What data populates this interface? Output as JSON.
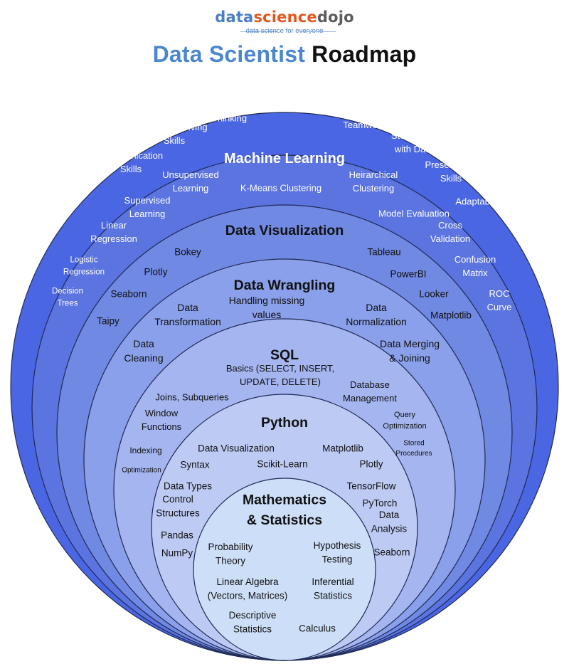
{
  "logo": {
    "part1": "data",
    "part2": "science",
    "part3": "dojo",
    "tagline": "data science for everyone"
  },
  "title": {
    "part1": "Data Scientist",
    "part2": "Roadmap"
  },
  "colors": {
    "soft_skills": "#4a66e3",
    "machine_learning": "#5b74e0",
    "data_visualization": "#7089e3",
    "data_wrangling": "#8aa0ea",
    "sql": "#a4b5ef",
    "python": "#bdcaf4",
    "math": "#cddff8",
    "logo_blue": "#4a7fc1",
    "logo_orange": "#e0571d"
  },
  "rings": [
    {
      "key": "soft_skills",
      "title": "Soft Skills",
      "title_color": "#ffffff",
      "label_color": "#ffffff",
      "items": [
        "Critical Thinking",
        "Problem-solving\nSkills",
        "Communication\nSkills",
        "Collaboration and\nTeamwork",
        "Storytelling\nwith Data",
        "Presentation\nSkills",
        "Adaptability"
      ]
    },
    {
      "key": "machine_learning",
      "title": "Machine Learning",
      "title_color": "#ffffff",
      "label_color": "#ffffff",
      "items": [
        "Unsupervised\nLearning",
        "K-Means Clustering",
        "Heirarchical\nClustering",
        "Supervised\nLearning",
        "Model Evaluation",
        "Linear\nRegression",
        "Cross\nValidation",
        "Logistic\nRegression",
        "Confusion\nMatrix",
        "Decision\nTrees",
        "ROC\nCurve"
      ]
    },
    {
      "key": "data_visualization",
      "title": "Data Visualization",
      "title_color": "#111111",
      "label_color": "#111111",
      "items": [
        "Bokey",
        "Tableau",
        "Plotly",
        "PowerBI",
        "Seaborn",
        "Looker",
        "Taipy",
        "Matplotlib"
      ]
    },
    {
      "key": "data_wrangling",
      "title": "Data Wrangling",
      "title_color": "#111111",
      "label_color": "#111111",
      "items": [
        "Handling missing\nvalues",
        "Data\nTransformation",
        "Data\nNormalization",
        "Data\nCleaning",
        "Data Merging\n& Joining"
      ]
    },
    {
      "key": "sql",
      "title": "SQL",
      "title_color": "#111111",
      "label_color": "#111111",
      "items": [
        "Basics (SELECT, INSERT,\nUPDATE, DELETE)",
        "Joins, Subqueries",
        "Database\nManagement",
        "Window\nFunctions",
        "Query\nOptimization",
        "Indexing",
        "Stored\nProcedures",
        "Optimization"
      ]
    },
    {
      "key": "python",
      "title": "Python",
      "title_color": "#111111",
      "label_color": "#111111",
      "items": [
        "Data Visualization",
        "Matplotlib",
        "Syntax",
        "Scikit-Learn",
        "Plotly",
        "Data Types",
        "TensorFlow",
        "Control\nStructures",
        "PyTorch",
        "Pandas",
        "Data\nAnalysis",
        "NumPy",
        "Seaborn"
      ]
    },
    {
      "key": "math",
      "title": "Mathematics\n& Statistics",
      "title_color": "#111111",
      "label_color": "#111111",
      "items": [
        "Probability\nTheory",
        "Hypothesis\nTesting",
        "Linear Algebra\n(Vectors, Matrices)",
        "Inferential\nStatistics",
        "Descriptive\nStatistics",
        "Calculus"
      ]
    }
  ]
}
